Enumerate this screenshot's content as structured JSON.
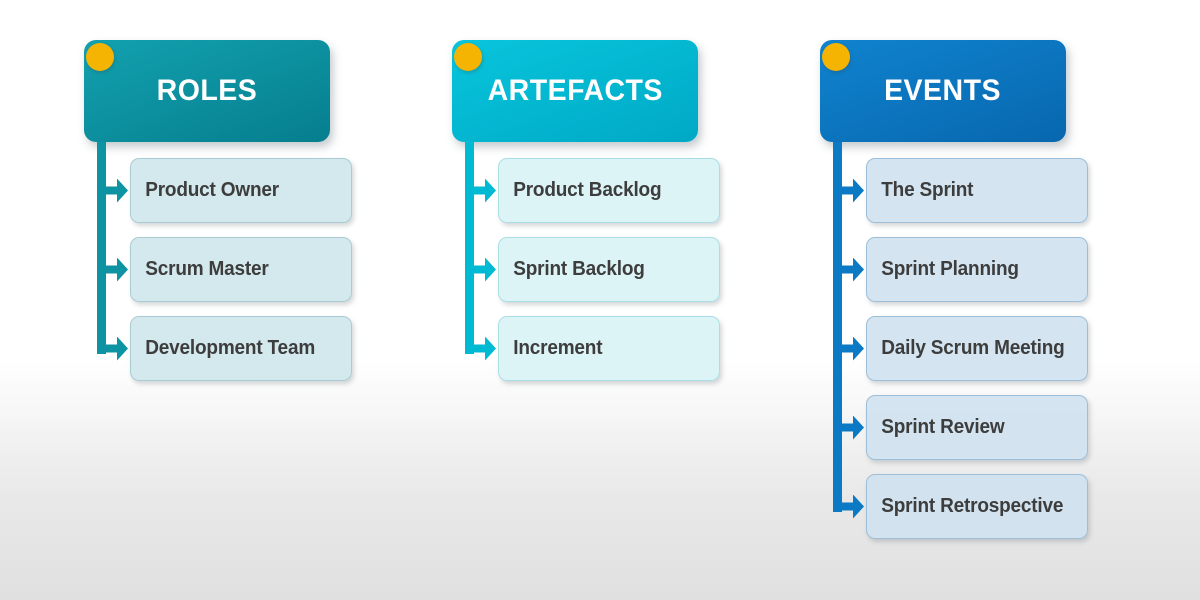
{
  "background": {
    "top": "#ffffff",
    "bottom": "#e0e0e0"
  },
  "bullet_color": "#f6b402",
  "item_text_color": "#3d3d3d",
  "columns": [
    {
      "title": "ROLES",
      "accent": "#0d93a2",
      "header_gradient_start": "#12a1af",
      "header_gradient_end": "#067e8e",
      "item_bg": "#cfe7ec",
      "item_border": "#a9cbd3",
      "items": [
        "Product Owner",
        "Scrum Master",
        "Development Team"
      ]
    },
    {
      "title": "ARTEFACTS",
      "accent": "#00b9d2",
      "header_gradient_start": "#08c5dc",
      "header_gradient_end": "#00a9c6",
      "item_bg": "#d9f3f6",
      "item_border": "#aadee7",
      "items": [
        "Product Backlog",
        "Sprint Backlog",
        "Increment"
      ]
    },
    {
      "title": "EVENTS",
      "accent": "#0b79c4",
      "header_gradient_start": "#1083cf",
      "header_gradient_end": "#0767ae",
      "item_bg": "#cfe2f0",
      "item_border": "#9dbed8",
      "items": [
        "The Sprint",
        "Sprint Planning",
        "Daily Scrum Meeting",
        "Sprint Review",
        "Sprint Retrospective"
      ]
    }
  ]
}
